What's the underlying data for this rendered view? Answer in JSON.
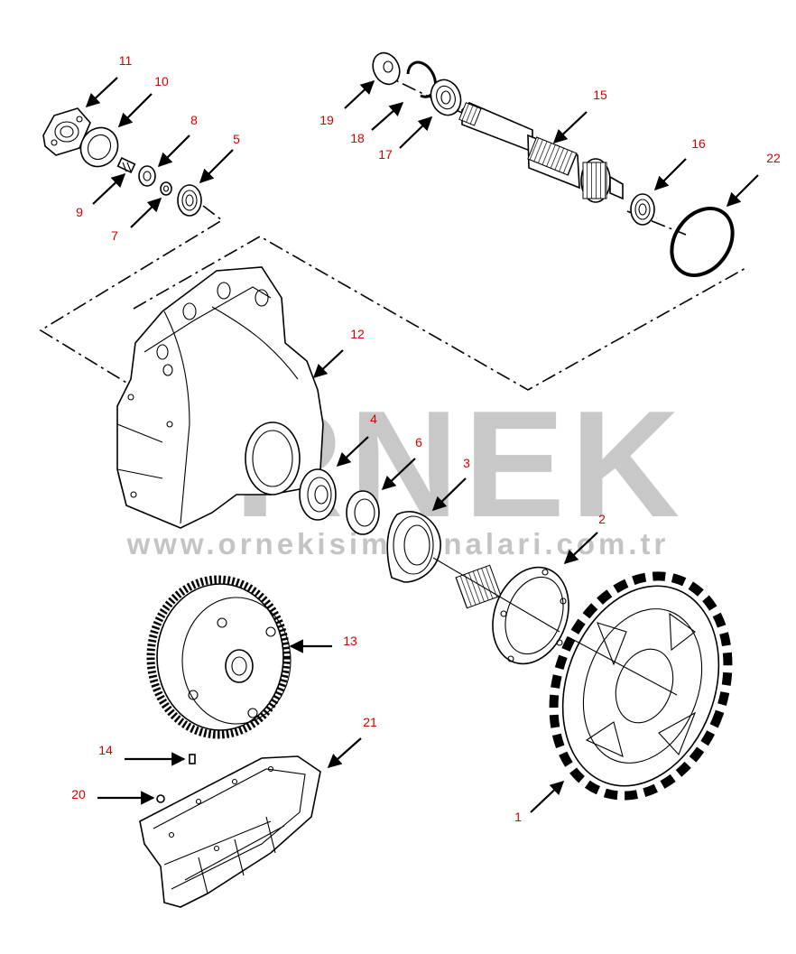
{
  "watermark": {
    "word": "ÖRNEK",
    "url": "www.ornekisimakinalari.com.tr",
    "color": "#c8c8c8",
    "accent": "#f0d070"
  },
  "callout_color": "#d40000",
  "callouts": [
    {
      "id": "c1",
      "label": "1"
    },
    {
      "id": "c2",
      "label": "2"
    },
    {
      "id": "c3",
      "label": "3"
    },
    {
      "id": "c4",
      "label": "4"
    },
    {
      "id": "c5",
      "label": "5"
    },
    {
      "id": "c6",
      "label": "6"
    },
    {
      "id": "c7",
      "label": "7"
    },
    {
      "id": "c8",
      "label": "8"
    },
    {
      "id": "c9",
      "label": "9"
    },
    {
      "id": "c10",
      "label": "10"
    },
    {
      "id": "c11",
      "label": "11"
    },
    {
      "id": "c12",
      "label": "12"
    },
    {
      "id": "c13",
      "label": "13"
    },
    {
      "id": "c14",
      "label": "14"
    },
    {
      "id": "c15",
      "label": "15"
    },
    {
      "id": "c16",
      "label": "16"
    },
    {
      "id": "c17",
      "label": "17"
    },
    {
      "id": "c18",
      "label": "18"
    },
    {
      "id": "c19",
      "label": "19"
    },
    {
      "id": "c20",
      "label": "20"
    },
    {
      "id": "c21",
      "label": "21"
    },
    {
      "id": "c22",
      "label": "22"
    }
  ]
}
